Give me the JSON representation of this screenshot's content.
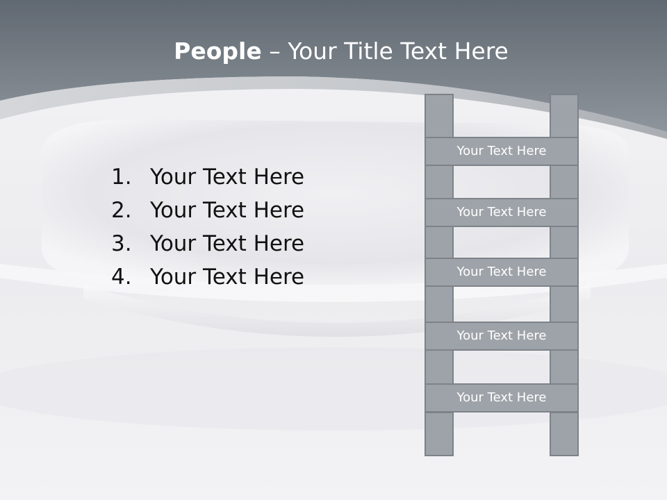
{
  "title": {
    "bold": "People",
    "rest": " – Your Title Text Here"
  },
  "list": [
    {
      "num": "1.",
      "text": "Your Text Here"
    },
    {
      "num": "2.",
      "text": "Your Text Here"
    },
    {
      "num": "3.",
      "text": "Your Text Here"
    },
    {
      "num": "4.",
      "text": "Your Text Here"
    }
  ],
  "ladder_rungs": [
    "Your Text Here",
    "Your Text Here",
    "Your Text Here",
    "Your Text Here",
    "Your Text Here"
  ],
  "colors": {
    "header_dark": "#5f6770",
    "header_light": "#8b9299",
    "ladder_fill": "#9ea3a9",
    "ladder_stroke": "#7d8289",
    "text_dark": "#111111"
  }
}
